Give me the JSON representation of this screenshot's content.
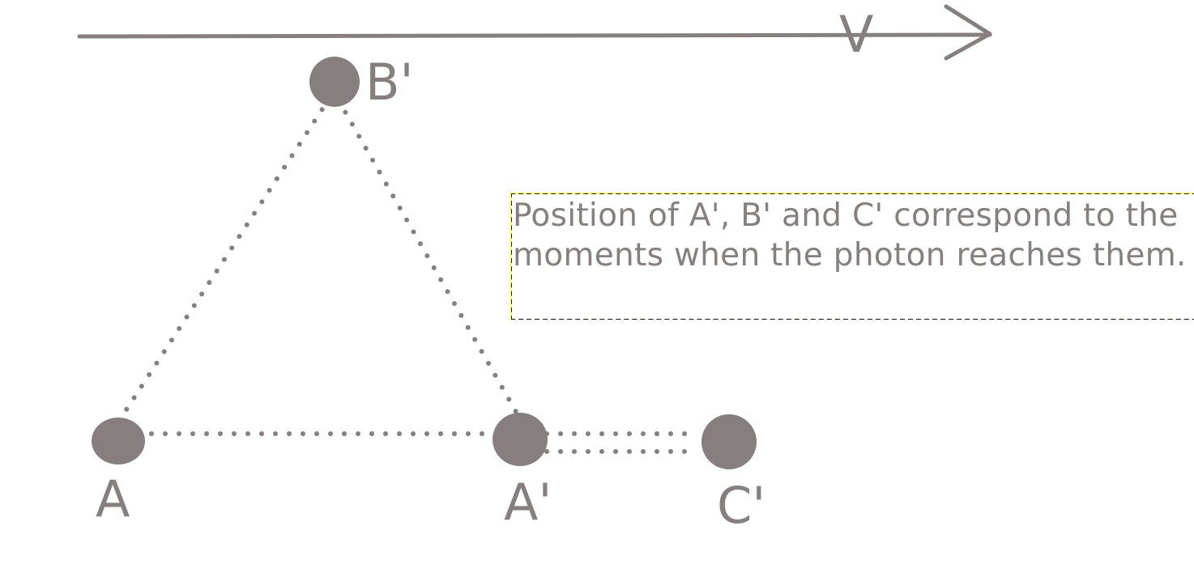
{
  "colors": {
    "ink": "#877f7f",
    "note_border": "#1a1a1a",
    "note_highlight": "#ffff66"
  },
  "velocity_label": "V",
  "points": {
    "a": "A",
    "a_prime": "A'",
    "b_prime": "B'",
    "c_prime": "C'"
  },
  "note": "Position of A', B' and C' correspond to the moments when the photon reaches them."
}
